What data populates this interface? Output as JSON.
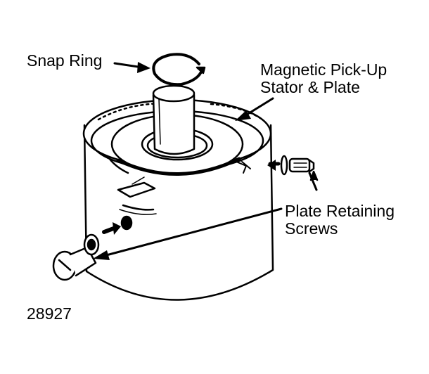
{
  "labels": {
    "snap_ring": "Snap Ring",
    "stator_line1": "Magnetic Pick-Up",
    "stator_line2": "Stator & Plate",
    "screws_line1": "Plate Retaining",
    "screws_line2": "Screws",
    "figure_number": "28927"
  },
  "colors": {
    "ink": "#000000",
    "paper": "#ffffff"
  }
}
